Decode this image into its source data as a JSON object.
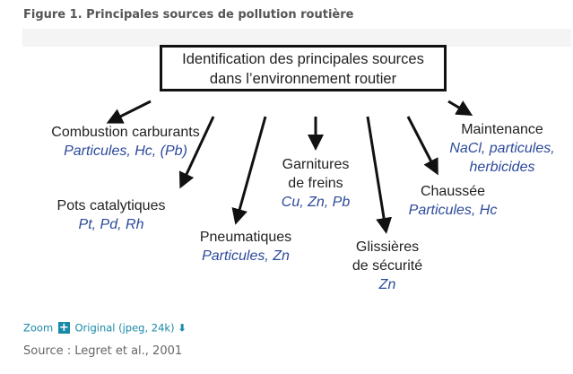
{
  "figure_title": "Figure 1. Principales sources de pollution routière",
  "diagram": {
    "center": [
      "Identification des principales sources",
      "dans l’environnement routier"
    ],
    "nodes": [
      {
        "label": [
          "Combustion carburants"
        ],
        "pollutants": [
          "Particules, Hc, (Pb)"
        ]
      },
      {
        "label": [
          "Pots catalytiques"
        ],
        "pollutants": [
          "Pt, Pd, Rh"
        ]
      },
      {
        "label": [
          "Pneumatiques"
        ],
        "pollutants": [
          "Particules, Zn"
        ]
      },
      {
        "label": [
          "Garnitures",
          "de freins"
        ],
        "pollutants": [
          "Cu, Zn, Pb"
        ]
      },
      {
        "label": [
          "Glissières",
          "de sécurité"
        ],
        "pollutants": [
          "Zn"
        ]
      },
      {
        "label": [
          "Chaussée"
        ],
        "pollutants": [
          "Particules, Hc"
        ]
      },
      {
        "label": [
          "Maintenance"
        ],
        "pollutants": [
          "NaCl, particules,",
          "herbicides"
        ]
      }
    ]
  },
  "links": {
    "zoom": "Zoom",
    "original": "Original (jpeg, 24k)"
  },
  "source": "Source : Legret et al., 2001"
}
